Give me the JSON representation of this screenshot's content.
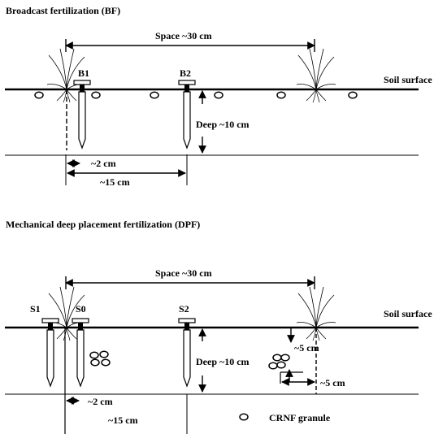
{
  "bf": {
    "title": "Broadcast fertilization (BF)",
    "space": "Space ~30 cm",
    "soil": "Soil surface",
    "pin1": "B1",
    "pin2": "B2",
    "deep": "Deep ~10 cm",
    "d2": "~2 cm",
    "d15": "~15 cm"
  },
  "dpf": {
    "title": "Mechanical deep placement fertilization (DPF)",
    "space": "Space ~30 cm",
    "soil": "Soil surface",
    "pin1": "S1",
    "pin0": "S0",
    "pin2": "S2",
    "deep": "Deep ~10 cm",
    "d2": "~2 cm",
    "d15": "~15 cm",
    "d5a": "~5 cm",
    "d5b": "~5 cm"
  },
  "legend": {
    "granule": "CRNF granule"
  }
}
